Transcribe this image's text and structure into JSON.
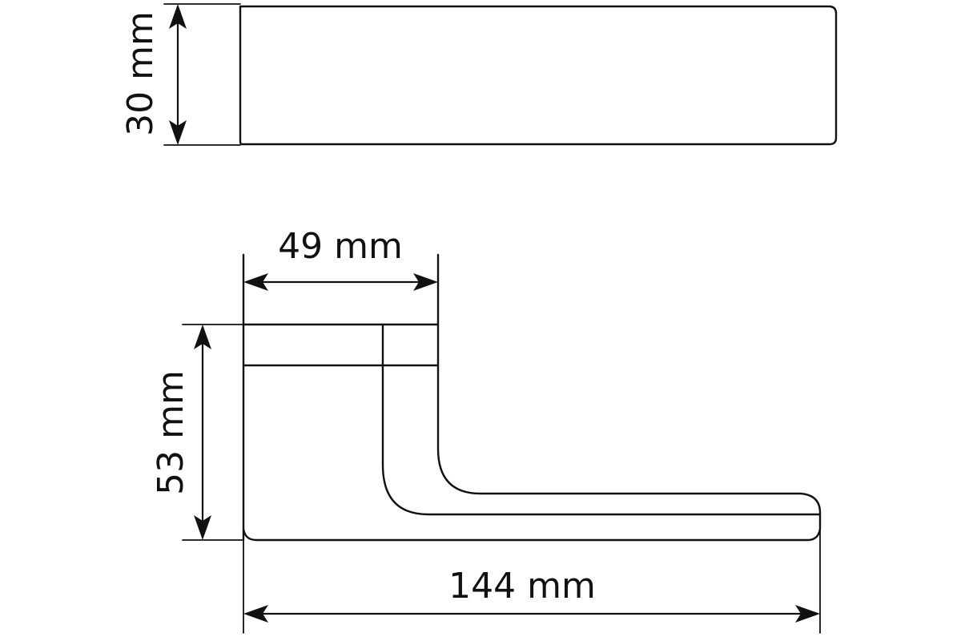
{
  "dimensions": {
    "height_top": "30 mm",
    "rose_width": "49 mm",
    "rose_height": "53 mm",
    "total_length": "144 mm"
  }
}
